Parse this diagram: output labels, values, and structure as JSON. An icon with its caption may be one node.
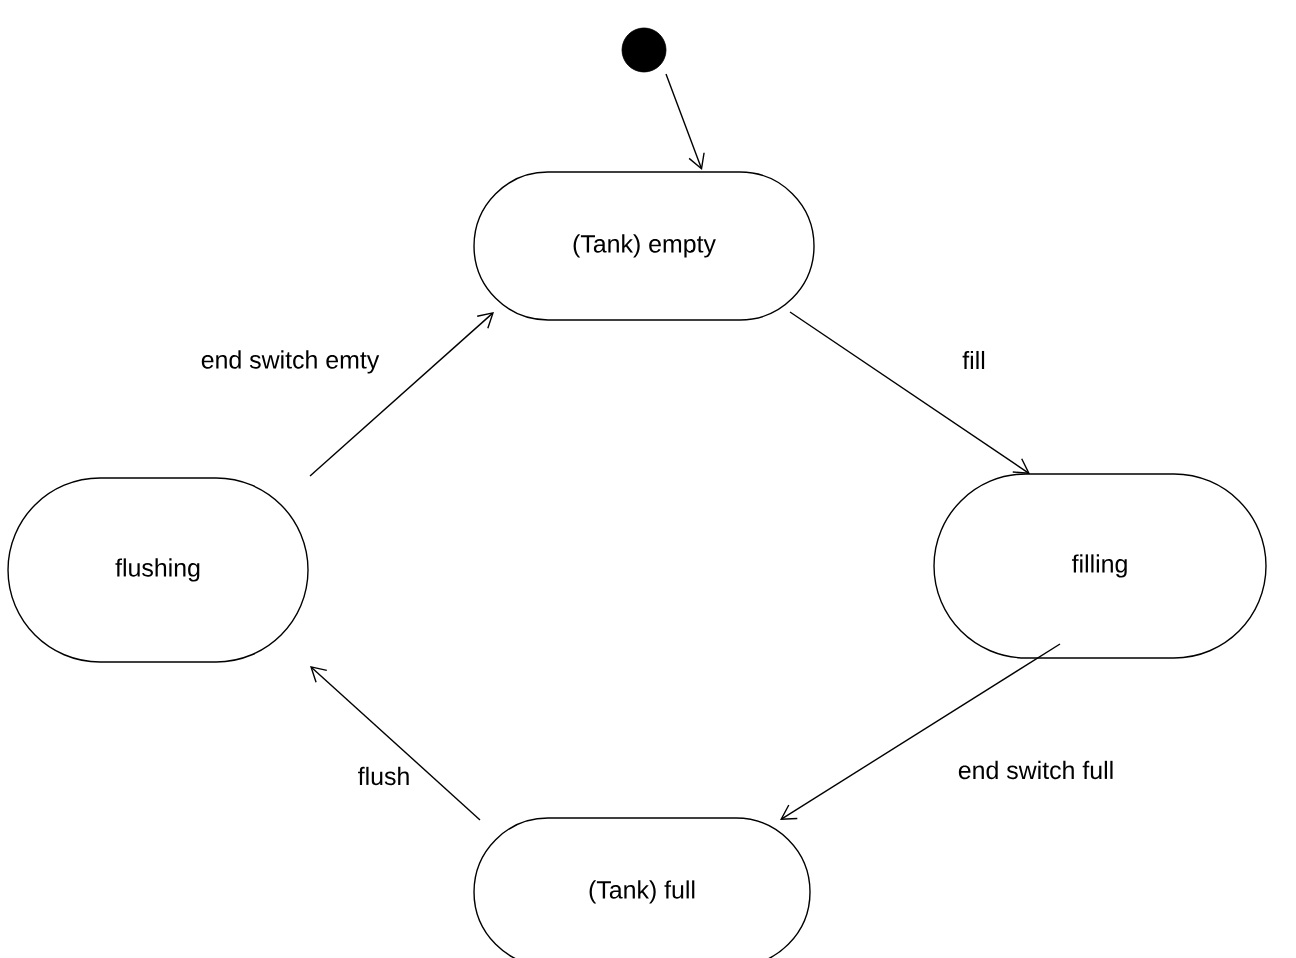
{
  "diagram": {
    "nodes": [
      {
        "text": [],
        "shape": "circle"
      },
      {
        "text": [
          "(Tank) empty"
        ]
      },
      {
        "text": [
          "filling"
        ]
      },
      {
        "text": [
          "(Tank) full"
        ]
      },
      {
        "text": [
          "flushing"
        ]
      }
    ],
    "edges": [
      {
        "from": 0,
        "to": 1,
        "arrow": "to"
      },
      {
        "from": 1,
        "to": 2,
        "arrow": "to",
        "label": "fill"
      },
      {
        "from": 2,
        "to": 3,
        "arrow": "to",
        "label": "end switch full"
      },
      {
        "from": 3,
        "to": 4,
        "arrow": "to",
        "label": "flush"
      },
      {
        "from": 4,
        "to": 1,
        "arrow": "to",
        "label": "end switch emty"
      }
    ]
  }
}
